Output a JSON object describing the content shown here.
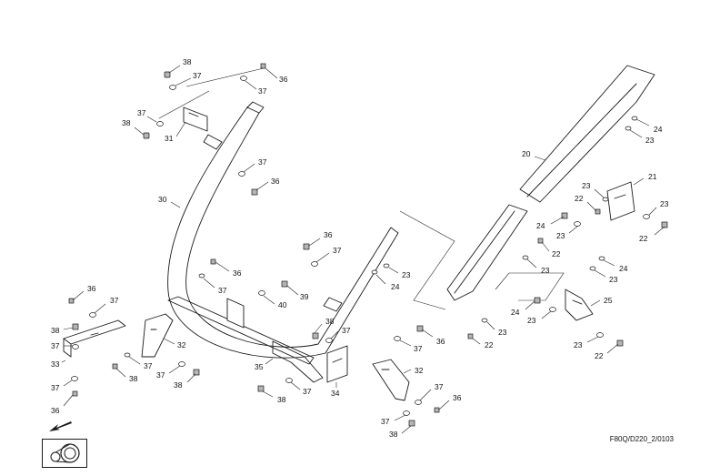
{
  "reference_code": "F80Q/D220_2/0103",
  "callouts": [
    {
      "id": "c38a",
      "label": "38"
    },
    {
      "id": "c37a",
      "label": "37"
    },
    {
      "id": "c36a",
      "label": "36"
    },
    {
      "id": "c37b",
      "label": "37"
    },
    {
      "id": "c37c",
      "label": "37"
    },
    {
      "id": "c38b",
      "label": "38"
    },
    {
      "id": "c31",
      "label": "31"
    },
    {
      "id": "c37d",
      "label": "37"
    },
    {
      "id": "c36b",
      "label": "36"
    },
    {
      "id": "c30",
      "label": "30"
    },
    {
      "id": "c36c",
      "label": "36"
    },
    {
      "id": "c37e",
      "label": "37"
    },
    {
      "id": "c36d",
      "label": "36"
    },
    {
      "id": "c37f",
      "label": "37"
    },
    {
      "id": "c39",
      "label": "39"
    },
    {
      "id": "c40",
      "label": "40"
    },
    {
      "id": "c23a",
      "label": "23"
    },
    {
      "id": "c24a",
      "label": "24"
    },
    {
      "id": "c36e",
      "label": "36"
    },
    {
      "id": "c37g",
      "label": "37"
    },
    {
      "id": "c38c",
      "label": "38"
    },
    {
      "id": "c37h",
      "label": "37"
    },
    {
      "id": "c33",
      "label": "33"
    },
    {
      "id": "c37i",
      "label": "37"
    },
    {
      "id": "c36f",
      "label": "36"
    },
    {
      "id": "c32a",
      "label": "32"
    },
    {
      "id": "c37j",
      "label": "37"
    },
    {
      "id": "c38d",
      "label": "38"
    },
    {
      "id": "c37k",
      "label": "37"
    },
    {
      "id": "c38e",
      "label": "38"
    },
    {
      "id": "c38f",
      "label": "38"
    },
    {
      "id": "c37l",
      "label": "37"
    },
    {
      "id": "c35",
      "label": "35"
    },
    {
      "id": "c37m",
      "label": "37"
    },
    {
      "id": "c38g",
      "label": "38"
    },
    {
      "id": "c34",
      "label": "34"
    },
    {
      "id": "c37n",
      "label": "37"
    },
    {
      "id": "c36g",
      "label": "36"
    },
    {
      "id": "c32b",
      "label": "32"
    },
    {
      "id": "c37o",
      "label": "37"
    },
    {
      "id": "c36h",
      "label": "36"
    },
    {
      "id": "c37p",
      "label": "37"
    },
    {
      "id": "c38h",
      "label": "38"
    },
    {
      "id": "c24b",
      "label": "24"
    },
    {
      "id": "c23b",
      "label": "23"
    },
    {
      "id": "c20",
      "label": "20"
    },
    {
      "id": "c21",
      "label": "21"
    },
    {
      "id": "c23c",
      "label": "23"
    },
    {
      "id": "c22a",
      "label": "22"
    },
    {
      "id": "c23d",
      "label": "23"
    },
    {
      "id": "c24c",
      "label": "24"
    },
    {
      "id": "c23e",
      "label": "23"
    },
    {
      "id": "c22b",
      "label": "22"
    },
    {
      "id": "c22c",
      "label": "22"
    },
    {
      "id": "c23f",
      "label": "23"
    },
    {
      "id": "c24d",
      "label": "24"
    },
    {
      "id": "c23g",
      "label": "23"
    },
    {
      "id": "c25",
      "label": "25"
    },
    {
      "id": "c24e",
      "label": "24"
    },
    {
      "id": "c23h",
      "label": "23"
    },
    {
      "id": "c23i",
      "label": "23"
    },
    {
      "id": "c22d",
      "label": "22"
    },
    {
      "id": "c23j",
      "label": "23"
    },
    {
      "id": "c22e",
      "label": "22"
    }
  ]
}
